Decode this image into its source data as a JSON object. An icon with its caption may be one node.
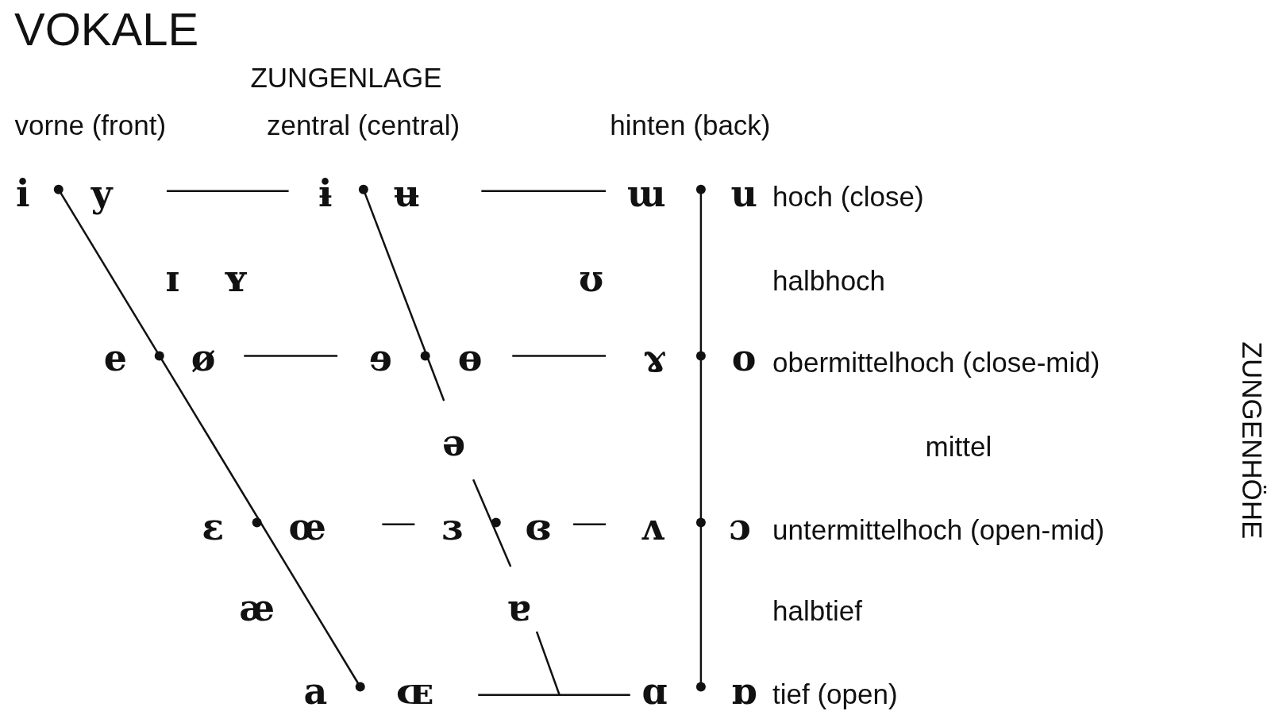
{
  "diagram": {
    "title": "VOKALE",
    "labels": [
      "ZUNGENLAGE",
      "vorne (front)",
      "zentral (central)",
      "hinten (back)",
      "i",
      "y",
      "ɨ",
      "ʉ",
      "ɯ",
      "u",
      "hoch (close)",
      "ɪ",
      "ʏ",
      "ʊ",
      "halbhoch",
      "e",
      "ø",
      "ɘ",
      "ɵ",
      "ɤ",
      "o",
      "obermittelhoch (close-mid)",
      "ə",
      "mittel",
      "ZUNGENHÖHE",
      "ɛ",
      "œ",
      "ɜ",
      "ɞ",
      "ʌ",
      "ɔ",
      "untermittelhoch (open-mid)",
      "æ",
      "ɐ",
      "halbtief",
      "a",
      "ɶ",
      "ɑ",
      "ɒ",
      "tief (open)"
    ]
  }
}
